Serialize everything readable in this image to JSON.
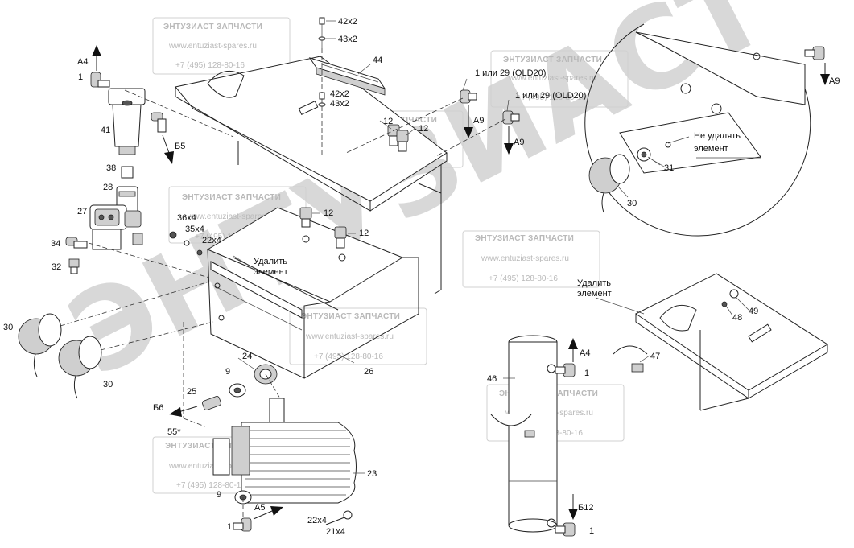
{
  "watermark": {
    "brand": "ЭНТУЗИАСТ ЗАПЧАСТИ",
    "site": "www.entuziast-spares.ru",
    "phone": "+7 (495) 128-80-16",
    "big_text": "ЭНТУЗИАСТ",
    "color": "#b9b9b9"
  },
  "labels": {
    "l42x2_top": "42x2",
    "l43x2_top": "43x2",
    "l44": "44",
    "l42x2_mid": "42x2",
    "l43x2_mid": "43x2",
    "l1_or_29_a": "1 или 29 (OLD20)",
    "l1_or_29_b": "1 или 29 (OLD20)",
    "lA9_a": "A9",
    "lA9_b": "A9",
    "lA9_c": "A9",
    "lA4_top": "A4",
    "l1_top": "1",
    "l41": "41",
    "lB5": "Б5",
    "l38": "38",
    "l28": "28",
    "l27": "27",
    "l34": "34",
    "l32": "32",
    "l12_a": "12",
    "l12_b": "12",
    "l12_c": "12",
    "l12_d": "12",
    "l36x4": "36x4",
    "l35x4": "35x4",
    "l22x4_top": "22x4",
    "l_remove_a": "Удалить",
    "l_remove_b": "элемент",
    "l30_a": "30",
    "l30_b": "30",
    "l30_c": "30",
    "l24": "24",
    "l26": "26",
    "l9_a": "9",
    "l25": "25",
    "lB6": "Б6",
    "l55": "55*",
    "l23": "23",
    "l9_b": "9",
    "lA5": "A5",
    "l1_bottom": "1",
    "l22x4_bottom": "22x4",
    "l21x4": "21x4",
    "l_keep_a": "Не удалять",
    "l_keep_b": "элемент",
    "l31": "31",
    "l_remove2_a": "Удалить",
    "l_remove2_b": "элемент",
    "l49": "49",
    "l48": "48",
    "l47": "47",
    "l46": "46",
    "lA4_right": "A4",
    "l1_right": "1",
    "lB12": "Б12",
    "l1_right_bottom": "1"
  }
}
